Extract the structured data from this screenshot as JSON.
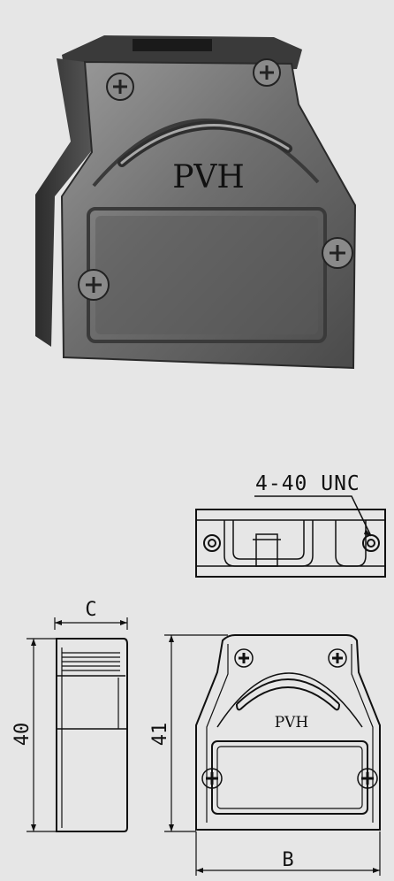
{
  "photo": {
    "brand_text": "PVH"
  },
  "drawing": {
    "thread_label": "4-40 UNC",
    "dim_width_label": "C",
    "dim_height_side_label": "40",
    "dim_height_front_label": "41",
    "dim_bottom_label": "B",
    "brand_text": "PVH"
  }
}
